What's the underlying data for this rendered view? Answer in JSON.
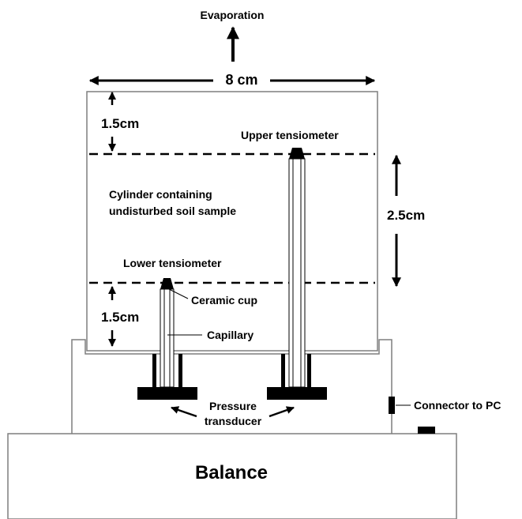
{
  "diagram": {
    "labels": {
      "evaporation": "Evaporation",
      "width": "8 cm",
      "top_gap": "1.5cm",
      "bottom_gap": "1.5cm",
      "spacing": "2.5cm",
      "upper_tensiometer": "Upper tensiometer",
      "lower_tensiometer": "Lower tensiometer",
      "cylinder_line1": "Cylinder containing",
      "cylinder_line2": "undisturbed soil sample",
      "ceramic_cup": "Ceramic cup",
      "capillary": "Capillary",
      "pressure_line1": "Pressure",
      "pressure_line2": "transducer",
      "connector": "Connector to PC",
      "balance": "Balance"
    },
    "colors": {
      "ink": "#000000",
      "outline": "#7f7f7f",
      "background": "#ffffff"
    }
  }
}
